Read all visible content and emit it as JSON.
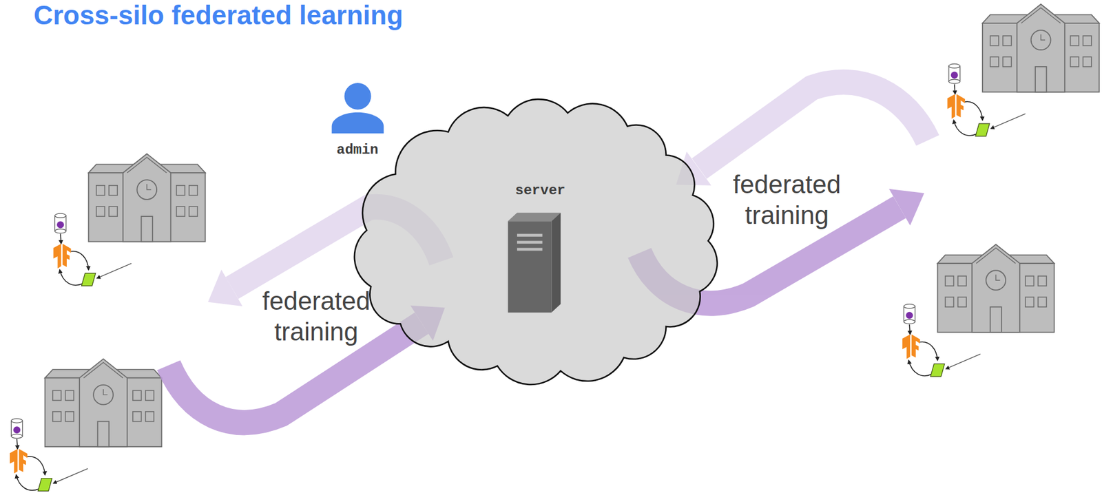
{
  "diagram": {
    "title": "Cross-silo federated learning",
    "nodes": [
      {
        "text": [
          "server"
        ]
      }
    ],
    "labels": [
      "admin",
      "federated training",
      "federated training"
    ]
  }
}
